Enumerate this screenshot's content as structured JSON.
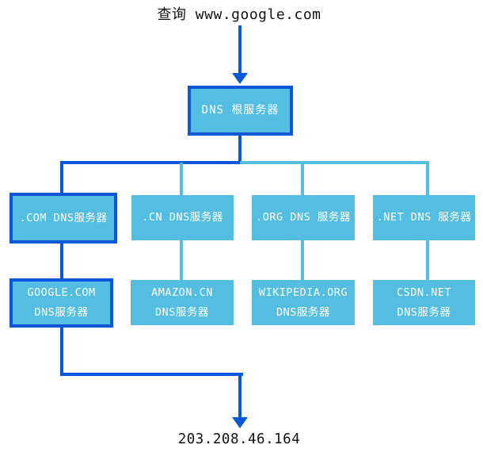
{
  "diagram": {
    "title_hint": "DNS resolution flow diagram",
    "query_label": "查询 www.google.com",
    "result_ip": "203.208.46.164",
    "root": {
      "label": "DNS 根服务器"
    },
    "tld_servers": [
      {
        "label": ".COM DNS服务器",
        "highlighted": true
      },
      {
        "label": ".CN DNS服务器",
        "highlighted": false
      },
      {
        "label": ".ORG DNS 服务器",
        "highlighted": false
      },
      {
        "label": ".NET DNS 服务器",
        "highlighted": false
      }
    ],
    "authoritative_servers": [
      {
        "line1": "GOOGLE.COM",
        "line2": "DNS服务器",
        "highlighted": true
      },
      {
        "line1": "AMAZON.CN",
        "line2": "DNS服务器",
        "highlighted": false
      },
      {
        "line1": "WIKIPEDIA.ORG",
        "line2": "DNS服务器",
        "highlighted": false
      },
      {
        "line1": "CSDN.NET",
        "line2": "DNS服务器",
        "highlighted": false
      }
    ],
    "colors": {
      "highlight_path": "#0A57D8",
      "node_fill": "#54BEE2",
      "node_text": "#FFFFFF",
      "plain_text": "#111111"
    }
  }
}
